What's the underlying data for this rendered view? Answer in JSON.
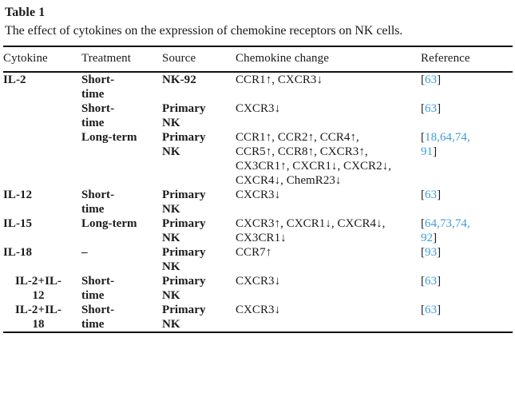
{
  "table": {
    "number_label": "Table 1",
    "caption": "The effect of cytokines on the expression of chemokine receptors on NK cells.",
    "accent_color": "#3f9bd9",
    "rule_color": "#111111",
    "columns": [
      {
        "key": "cytokine",
        "label": "Cytokine"
      },
      {
        "key": "treatment",
        "label": "Treatment"
      },
      {
        "key": "source",
        "label": "Source"
      },
      {
        "key": "chemokine",
        "label": "Chemokine change"
      },
      {
        "key": "reference",
        "label": "Reference"
      }
    ],
    "rows": [
      {
        "cytokine": "IL-2",
        "cytokine_line2": "",
        "treatment": "Short-\ntime",
        "source": "NK-92",
        "chemokine": "CCR1↑, CXCR3↓",
        "reference_open": "[",
        "reference_nums": "63",
        "reference_close": "]"
      },
      {
        "cytokine": "",
        "cytokine_line2": "",
        "treatment": "Short-\ntime",
        "source": "Primary\nNK",
        "chemokine": "CXCR3↓",
        "reference_open": "[",
        "reference_nums": "63",
        "reference_close": "]"
      },
      {
        "cytokine": "",
        "cytokine_line2": "",
        "treatment": "Long-term",
        "source": "Primary\nNK",
        "chemokine": "CCR1↑, CCR2↑, CCR4↑,\nCCR5↑, CCR8↑, CXCR3↑,\nCX3CR1↑, CXCR1↓, CXCR2↓,\nCXCR4↓, ChemR23↓",
        "reference_open": "[",
        "reference_nums": "18,64,74,\n91",
        "reference_close": "]"
      },
      {
        "cytokine": "IL-12",
        "cytokine_line2": "",
        "treatment": "Short-\ntime",
        "source": "Primary\nNK",
        "chemokine": "CXCR3↓",
        "reference_open": "[",
        "reference_nums": "63",
        "reference_close": "]"
      },
      {
        "cytokine": "IL-15",
        "cytokine_line2": "",
        "treatment": "Long-term",
        "source": "Primary\nNK",
        "chemokine": "CXCR3↑, CXCR1↓, CXCR4↓,\nCX3CR1↓",
        "reference_open": "[",
        "reference_nums": "64,73,74,\n92",
        "reference_close": "]"
      },
      {
        "cytokine": "IL-18",
        "cytokine_line2": "",
        "treatment": "–",
        "source": "Primary\nNK",
        "chemokine": "CCR7↑",
        "reference_open": "[",
        "reference_nums": "93",
        "reference_close": "]"
      },
      {
        "cytokine": "IL-2+IL-",
        "cytokine_line2": "12",
        "treatment": "Short-\ntime",
        "source": "Primary\nNK",
        "chemokine": "CXCR3↓",
        "reference_open": "[",
        "reference_nums": "63",
        "reference_close": "]"
      },
      {
        "cytokine": "IL-2+IL-",
        "cytokine_line2": "18",
        "treatment": "Short-\ntime",
        "source": "Primary\nNK",
        "chemokine": "CXCR3↓",
        "reference_open": "[",
        "reference_nums": "63",
        "reference_close": "]"
      }
    ]
  }
}
